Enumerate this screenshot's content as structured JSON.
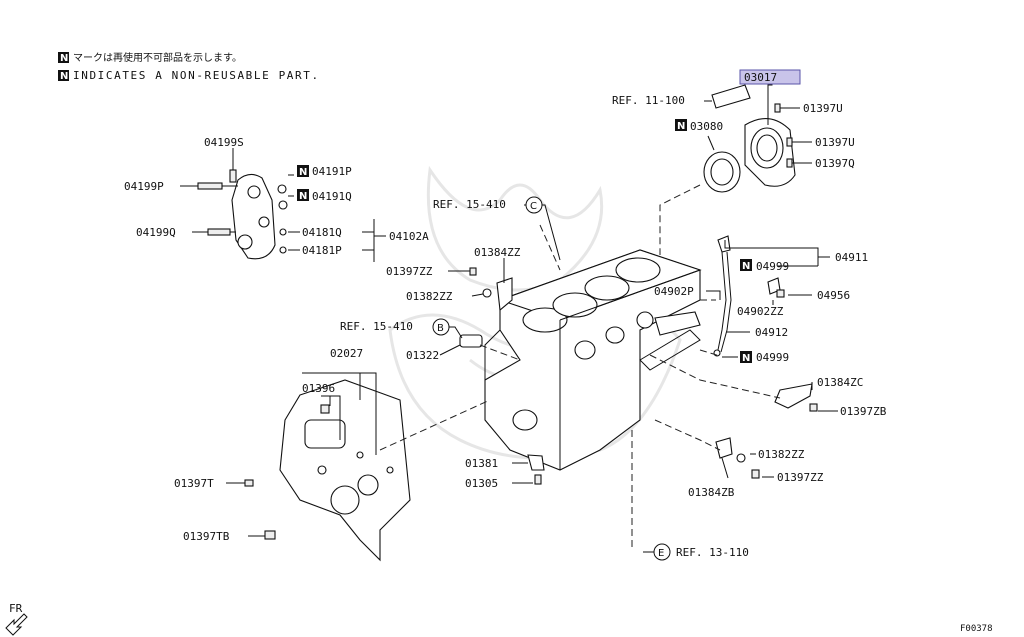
{
  "notes": {
    "jp_text": "マークは再使用不可部品を示します。",
    "en_text": "INDICATES A NON-REUSABLE PART.",
    "n_symbol": "N"
  },
  "figure_id": "F00378",
  "orientation": "FR",
  "refs": {
    "ref_11_100": "REF. 11-100",
    "ref_15_410_c": "REF. 15-410",
    "ref_15_410_b": "REF. 15-410",
    "ref_13_110": "REF. 13-110",
    "c": "C",
    "b": "B",
    "e": "E"
  },
  "parts": {
    "p03017": "03017",
    "p01397U_1": "01397U",
    "p03080": "03080",
    "p01397U_2": "01397U",
    "p01397Q": "01397Q",
    "p04199S": "04199S",
    "p04199P": "04199P",
    "p04191P": "04191P",
    "p04191Q": "04191Q",
    "p04199Q": "04199Q",
    "p04181Q": "04181Q",
    "p04181P": "04181P",
    "p04102A": "04102A",
    "p01384ZZ": "01384ZZ",
    "p01397ZZ_1": "01397ZZ",
    "p01382ZZ_1": "01382ZZ",
    "p04911": "04911",
    "p04999_1": "04999",
    "p04902P": "04902P",
    "p04956": "04956",
    "p04902ZZ": "04902ZZ",
    "p04912": "04912",
    "p04999_2": "04999",
    "p01322": "01322",
    "p02027": "02027",
    "p01396": "01396",
    "p01384ZC": "01384ZC",
    "p01397ZB": "01397ZB",
    "p01397T": "01397T",
    "p01381": "01381",
    "p01305": "01305",
    "p01382ZZ_2": "01382ZZ",
    "p01397ZZ_2": "01397ZZ",
    "p01384ZB": "01384ZB",
    "p01397TB": "01397TB"
  },
  "colors": {
    "highlight": "#c9c4ea",
    "ink": "#111111"
  }
}
